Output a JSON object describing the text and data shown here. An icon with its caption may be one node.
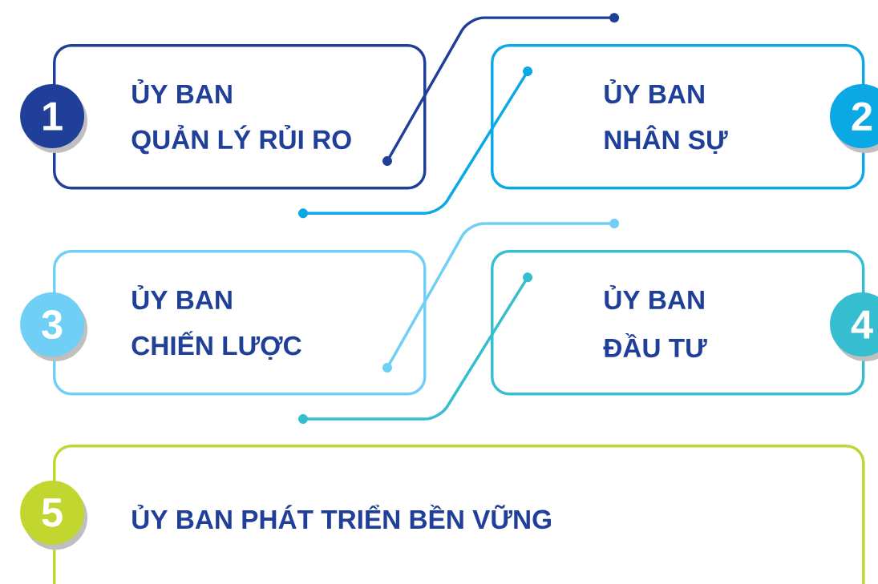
{
  "diagram": {
    "nodes": [
      {
        "text": [
          "ỦY BAN",
          "QUẢN LÝ RỦI RO"
        ]
      },
      {
        "text": [
          "1"
        ]
      },
      {
        "text": [
          "ỦY BAN",
          "NHÂN SỰ"
        ]
      },
      {
        "text": [
          "2"
        ]
      },
      {
        "text": [
          "ỦY BAN",
          "CHIẾN LƯỢC"
        ]
      },
      {
        "text": [
          "3"
        ]
      },
      {
        "text": [
          "ỦY BAN",
          "ĐẦU TƯ"
        ]
      },
      {
        "text": [
          "4"
        ]
      },
      {
        "text": [
          "ỦY BAN PHÁT TRIỂN BỀN VỮNG"
        ]
      },
      {
        "text": [
          "5"
        ]
      }
    ]
  }
}
